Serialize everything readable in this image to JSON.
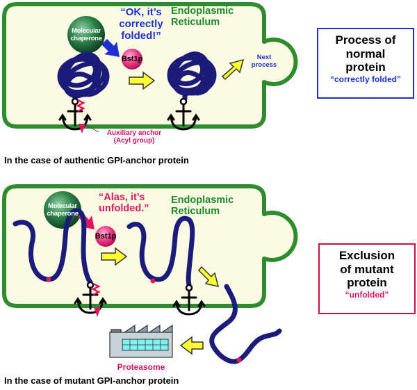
{
  "top_panel": {
    "er_label": "Endoplasmic\nReticulum",
    "quote": "“OK, it’s\ncorrectly\nfolded!”",
    "chaperone_label": "Molecular\nchaperone",
    "enzyme_label": "Bst1p",
    "next_label": "Next\nprocess",
    "aux_anchor_label": "Auxiliary anchor\n(Acyl group)",
    "caption": "In the case of authentic GPI-anchor protein"
  },
  "top_box": {
    "title": "Process of\nnormal\nprotein",
    "subtitle": "“correctly folded”"
  },
  "bottom_panel": {
    "er_label": "Endoplasmic\nReticulum",
    "quote": "“Alas, it’s\nunfolded.”",
    "chaperone_label": "Molecular\nchaperone",
    "enzyme_label": "Bst1p",
    "proteasome_label": "Proteasome",
    "caption": "In the case of mutant GPI-anchor protein"
  },
  "bottom_box": {
    "title": "Exclusion\nof mutant\nprotein",
    "subtitle": "“unfolded”"
  },
  "colors": {
    "er_fill": "#fbfbe3",
    "er_border": "#2e8b2e",
    "protein": "#1b1b7a",
    "arrow_yellow": "#ffff33",
    "enzyme": "#e8207a",
    "chaperone": "#1f6b3a",
    "top_box_border": "#1d2fd0",
    "bottom_box_border": "#c8143c"
  }
}
